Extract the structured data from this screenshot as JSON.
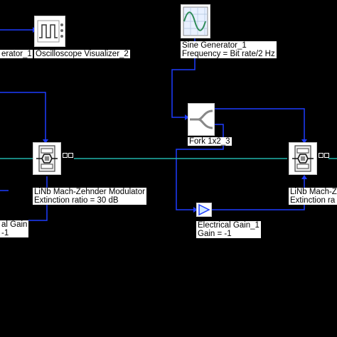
{
  "colors": {
    "background": "#000000",
    "electrical_wire": "#1e3cff",
    "optical_wire": "#20b2aa",
    "component_bg": "#ffffff",
    "label_text": "#000000"
  },
  "components": {
    "pulse_generator": {
      "icon": "pulse-generator-icon",
      "label_line1": "erator_1"
    },
    "oscilloscope": {
      "icon": "oscilloscope-icon",
      "label_line1": "Oscilloscope Visualizer_2"
    },
    "sine_generator": {
      "icon": "sine-wave-icon",
      "label_line1": "Sine Generator_1",
      "label_line2": "Frequency = Bit rate/2  Hz"
    },
    "fork": {
      "icon": "fork-icon",
      "label_line1": "Fork 1x2_3"
    },
    "modulator_left": {
      "icon": "mach-zehnder-icon",
      "label_line1": "LiNb Mach-Zehnder Modulator",
      "label_line2": "Extinction ratio = 30  dB"
    },
    "modulator_right": {
      "icon": "mach-zehnder-icon",
      "label_line1": "LiNb Mach-Z",
      "label_line2": "Extinction ra"
    },
    "gain_left": {
      "icon": "amplifier-icon",
      "label_line1": "al Gain",
      "label_line2": "-1"
    },
    "gain_center": {
      "icon": "amplifier-icon",
      "label_line1": "Electrical Gain_1",
      "label_line2": "Gain = -1"
    }
  }
}
